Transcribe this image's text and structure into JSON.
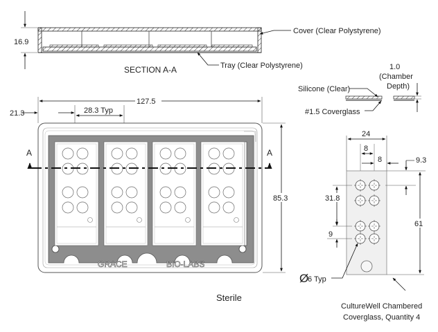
{
  "section_view": {
    "title": "SECTION A-A",
    "height_dim": "16.9",
    "cover_label": "Cover (Clear Polystyrene)",
    "tray_label": "Tray (Clear Polystyrene)"
  },
  "top_view": {
    "width_dim": "127.5",
    "offset_dim": "21.3",
    "pitch_dim": "28.3 Typ",
    "height_dim": "85.3",
    "section_mark": "A",
    "brand_left": "GRACE",
    "brand_right": "BIO-LABS",
    "footer_label": "Sterile"
  },
  "detail_section": {
    "silicone_label": "Silicone (Clear)",
    "coverglass_label": "#1.5 Coverglass",
    "chamber_depth": "1.0",
    "chamber_label_1": "(Chamber",
    "chamber_label_2": "Depth)"
  },
  "culturewell": {
    "width_dim": "24",
    "well_spacing_x": "8",
    "edge_dim": "8",
    "top_offset_dim": "9.3",
    "group_height_dim": "31.8",
    "well_pitch_dim": "9",
    "length_dim": "61",
    "diameter_symbol": "Ø",
    "diameter_label": "6 Typ",
    "caption_line_1": "CultureWell Chambered",
    "caption_line_2": "Coverglass, Quantity 4"
  }
}
